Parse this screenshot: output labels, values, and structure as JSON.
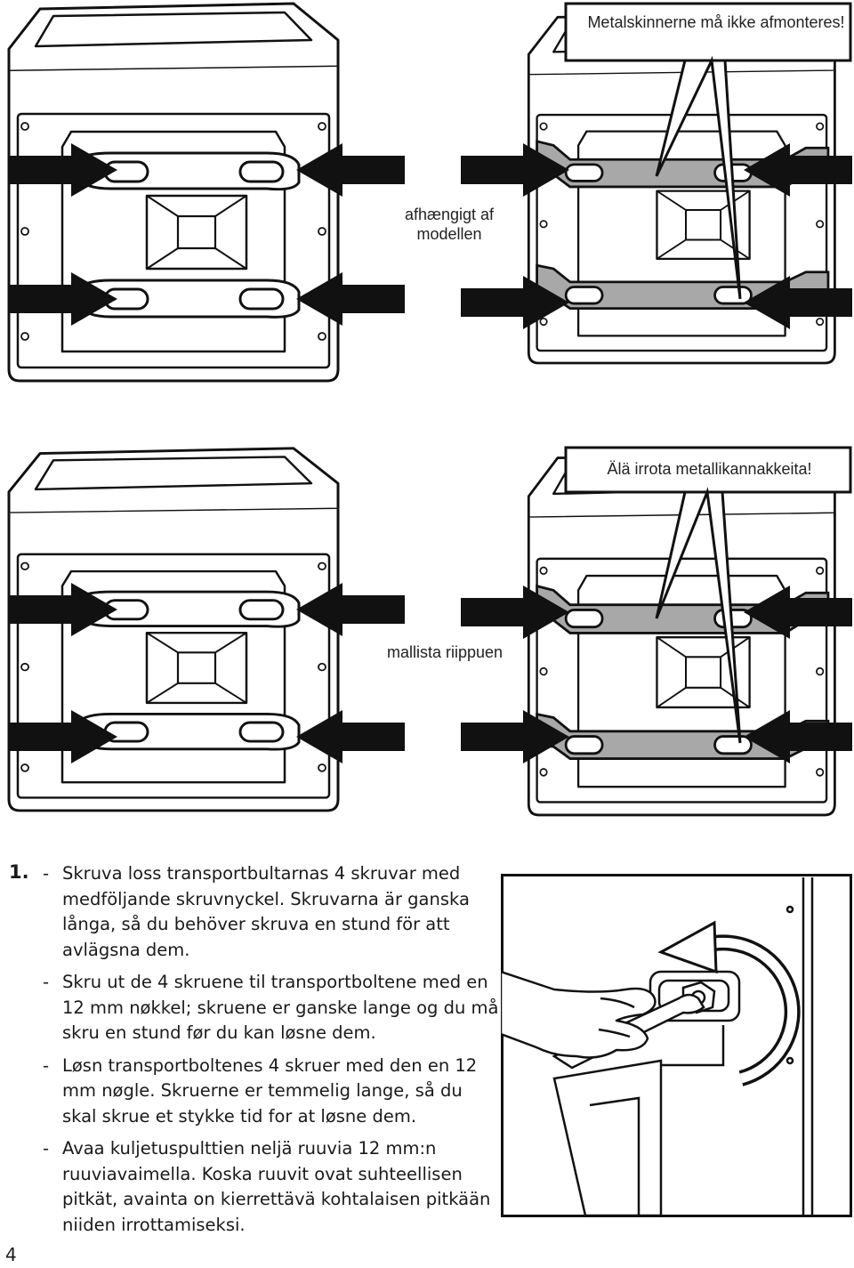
{
  "callouts": {
    "danish_warning": "Metalskinnerne må ikke afmonteres!",
    "danish_model_note": "afhængigt af modellen",
    "finnish_warning": "Älä irrota metallikannakkeita!",
    "finnish_model_note": "mallista riippuen"
  },
  "step": {
    "number": "1.",
    "items": [
      {
        "dash": "-",
        "text": "Skruva loss transportbultarnas 4 skruvar med medföljande skruvnyckel. Skruvarna är ganska långa, så du behöver skruva en stund för att avlägsna dem."
      },
      {
        "dash": "-",
        "text": "Skru ut de 4 skruene til transportboltene med en 12 mm nøkkel; skruene er ganske lange og du må skru en stund før du kan løsne dem."
      },
      {
        "dash": "-",
        "text": "Løsn transportboltenes 4 skruer med den en 12 mm nøgle. Skruerne er temmelig lange, så du skal skrue et stykke tid for at løsne dem."
      },
      {
        "dash": "-",
        "text": "Avaa kuljetuspulttien neljä ruuvia 12 mm:n ruuviavaimella. Koska ruuvit ovat suhteellisen pitkät, avainta on kierrettävä kohtalaisen pitkään niiden irrottamiseksi."
      }
    ]
  },
  "page_number": "4",
  "colors": {
    "ink": "#111111",
    "bracket_fill": "#a8a8a8",
    "background": "#ffffff"
  }
}
